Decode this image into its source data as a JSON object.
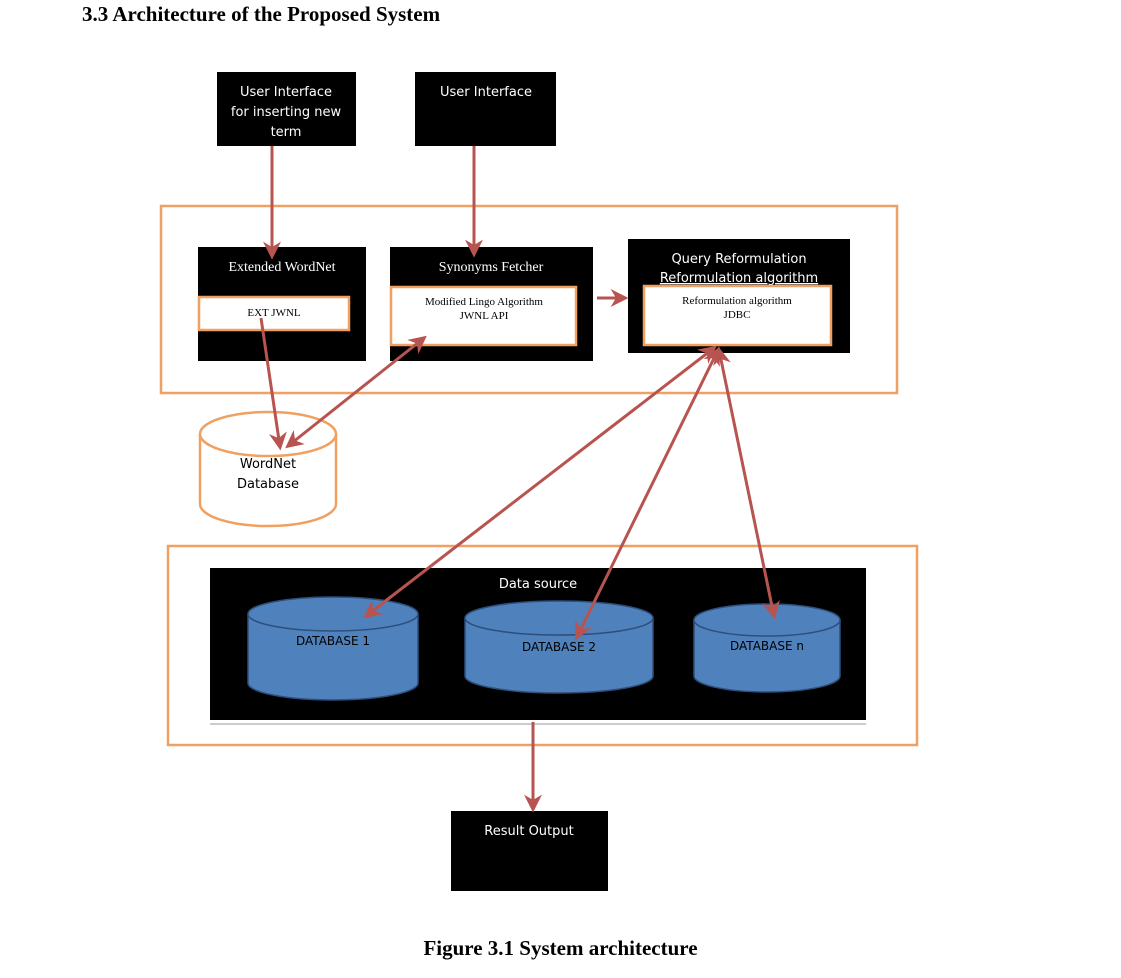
{
  "page": {
    "heading": "3.3 Architecture of the Proposed System",
    "caption": "Figure 3.1 System architecture"
  },
  "diagram": {
    "ui_insert": {
      "lines": [
        "User Interface",
        "for inserting new",
        "term"
      ]
    },
    "ui_search": {
      "label": "User Interface"
    },
    "extended_wordnet": {
      "title": "Extended WordNet",
      "inner": "EXT JWNL"
    },
    "synonyms_fetcher": {
      "title": "Synonyms Fetcher",
      "inner_lines": [
        "Modified Lingo Algorithm",
        "JWNL API"
      ]
    },
    "query_reformulation": {
      "title_lines": [
        "Query Reformulation",
        "Reformulation algorithm"
      ],
      "inner_lines": [
        "Reformulation algorithm",
        "JDBC"
      ]
    },
    "wordnet_db": {
      "lines": [
        "WordNet",
        "Database"
      ]
    },
    "data_source": {
      "label": "Data source",
      "databases": [
        "DATABASE 1",
        "DATABASE 2",
        "DATABASE n"
      ]
    },
    "result_output": {
      "label": "Result  Output"
    },
    "colors": {
      "box_fill": "#000000",
      "orange_border": "#f0a060",
      "arrow": "#b85450",
      "db_fill": "#4f81bd",
      "db_stroke": "#2d4f7c"
    }
  }
}
